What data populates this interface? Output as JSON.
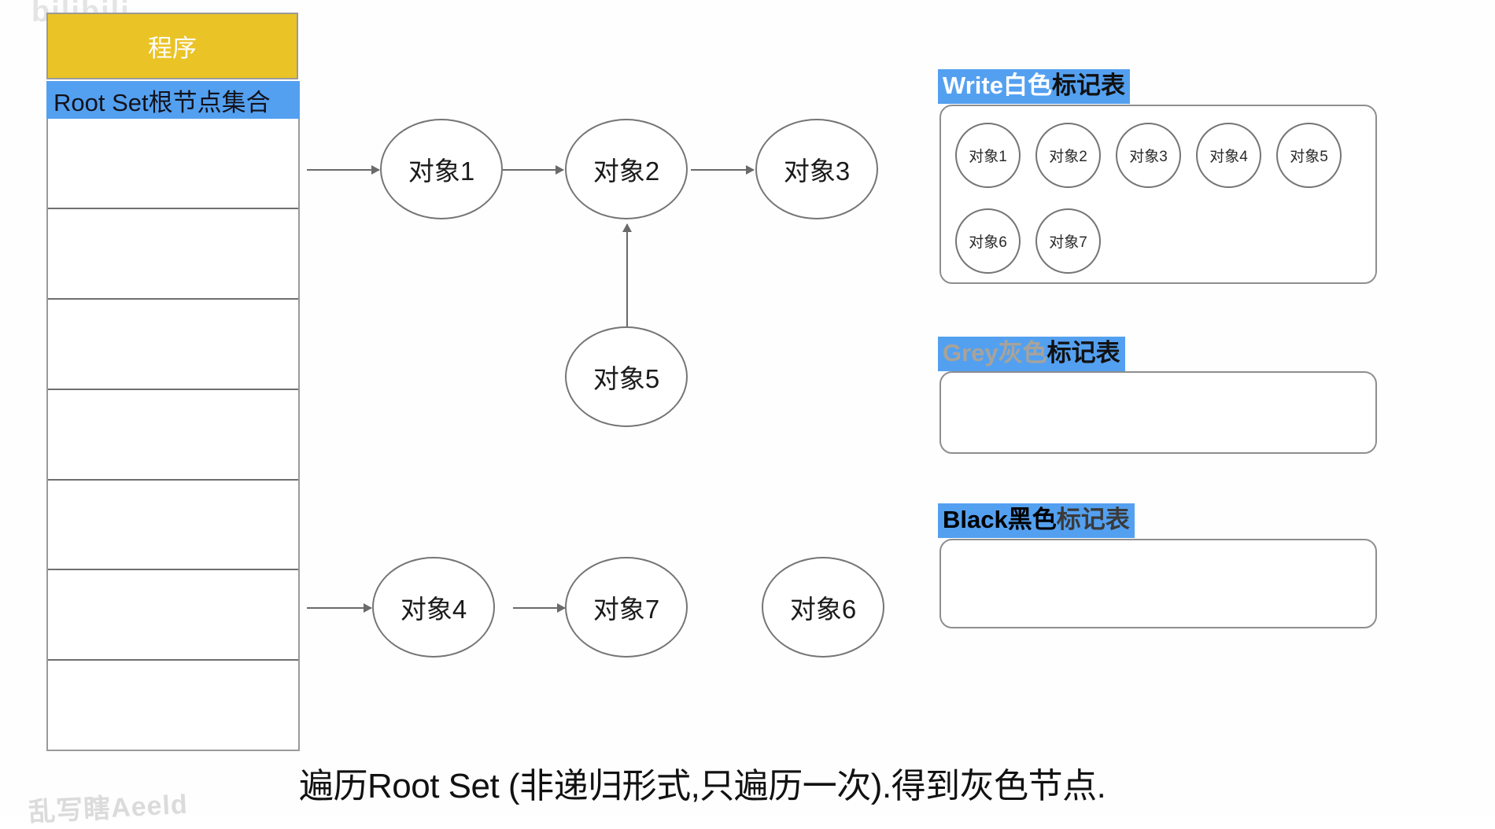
{
  "watermarks": {
    "top": "bilibili",
    "bottom": "乱写瞎Aeeld"
  },
  "left_panel": {
    "program_box": {
      "label": "程序",
      "bg_color": "#eac326",
      "text_color": "#ffffff"
    },
    "root_set": {
      "header_label": "Root Set根节点集合",
      "header_bg_color": "#54a0f0",
      "row_count": 7,
      "rows": [
        "",
        "",
        "",
        "",
        "",
        "",
        ""
      ]
    }
  },
  "graph": {
    "nodes": [
      {
        "id": "obj1",
        "label": "对象1"
      },
      {
        "id": "obj2",
        "label": "对象2"
      },
      {
        "id": "obj3",
        "label": "对象3"
      },
      {
        "id": "obj5",
        "label": "对象5"
      },
      {
        "id": "obj4",
        "label": "对象4"
      },
      {
        "id": "obj7",
        "label": "对象7"
      },
      {
        "id": "obj6",
        "label": "对象6"
      }
    ],
    "edges": [
      {
        "from": "root-set",
        "to": "obj1"
      },
      {
        "from": "obj1",
        "to": "obj2"
      },
      {
        "from": "obj2",
        "to": "obj3"
      },
      {
        "from": "obj5",
        "to": "obj2"
      },
      {
        "from": "root-set",
        "to": "obj4"
      },
      {
        "from": "obj4",
        "to": "obj7"
      }
    ]
  },
  "mark_tables": [
    {
      "id": "white",
      "title_en": "Write",
      "title_color_word": " 白色",
      "title_suffix": "标记表",
      "title_en_color": "#ffffff",
      "title_word_color": "#ffffff",
      "title_suffix_color": "#111111",
      "highlight_color": "#54a0f0",
      "chips_row1": [
        "对象1",
        "对象2",
        "对象3",
        "对象4",
        "对象5"
      ],
      "chips_row2": [
        "对象6",
        "对象7"
      ]
    },
    {
      "id": "grey",
      "title_en": "Grey",
      "title_color_word": " 灰色",
      "title_suffix": "标记表",
      "title_en_color": "#a8a399",
      "title_word_color": "#a8a399",
      "title_suffix_color": "#111111",
      "highlight_color": "#54a0f0",
      "chips_row1": [],
      "chips_row2": []
    },
    {
      "id": "black",
      "title_en": "Black",
      "title_color_word": " 黑色",
      "title_suffix": "标记表",
      "title_en_color": "#000000",
      "title_word_color": "#000000",
      "title_suffix_color": "#3a3a3a",
      "highlight_color": "#54a0f0",
      "chips_row1": [],
      "chips_row2": []
    }
  ],
  "caption": {
    "text": "遍历Root Set (非递归形式,只遍历一次).得到灰色节点."
  }
}
